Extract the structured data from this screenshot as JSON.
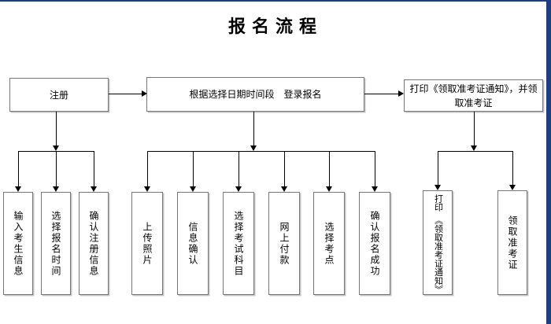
{
  "page": {
    "title": "报名流程"
  },
  "colors": {
    "frame_blue": "#1e3f7f",
    "connector_black": "#000000",
    "box_border_gray": "#777777",
    "background": "#ffffff"
  },
  "flow": {
    "top_row": {
      "register": "注册",
      "login": "根据选择日期时间段　登录报名",
      "print_and_receive": "打印《领取准考证通知》，并领取准考证"
    },
    "register_steps": {
      "input_candidate_info": "输入考生信息",
      "select_signup_time": "选择报名时间",
      "confirm_registration_info": "确认注册信息"
    },
    "signup_steps": {
      "upload_photo": "上传照片",
      "info_confirm": "信息确认",
      "select_exam_subjects": "选择考试科目",
      "pay_online": "网上付款",
      "select_exam_site": "选择考点",
      "confirm_signup_success": "确认报名成功"
    },
    "ticket_steps": {
      "print_ticket_notice": "打印　《领取准考证通知》",
      "receive_ticket": "领取准考证"
    }
  }
}
